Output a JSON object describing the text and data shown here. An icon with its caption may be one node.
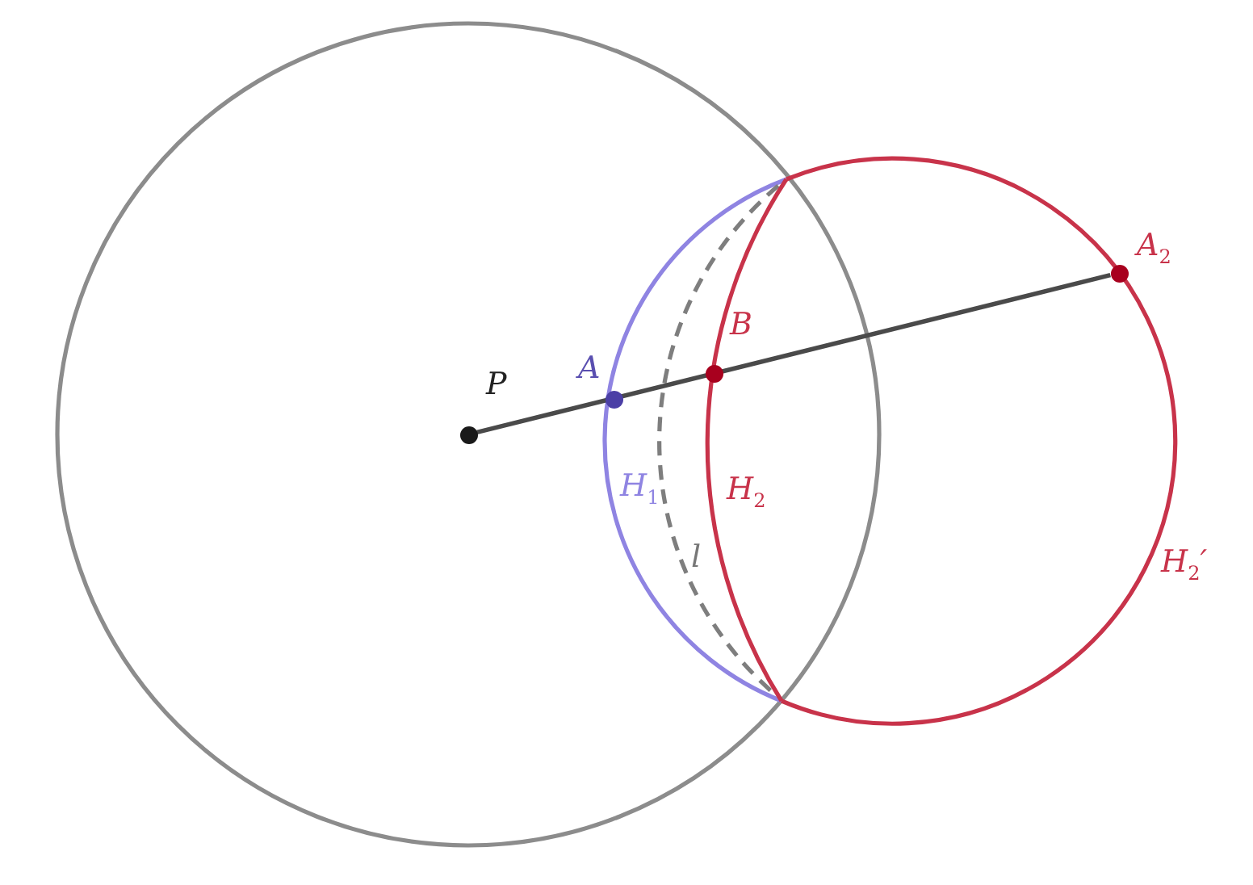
{
  "diagram": {
    "nodes": [
      {
        "text": [],
        "shape": "circle",
        "beside": [
          "P"
        ]
      },
      {
        "text": [],
        "shape": "circle",
        "beside": [
          "A"
        ]
      },
      {
        "text": [],
        "shape": "circle",
        "beside": [
          "B"
        ]
      },
      {
        "text": [],
        "shape": "circle",
        "beside": [
          "A$_{2}$"
        ]
      }
    ],
    "edges": [
      {
        "from": 0,
        "to": 3,
        "arrow": "none"
      }
    ],
    "labels": [
      "H$_{1}$",
      "H$_{2}$",
      "l",
      "H$_{2}$′"
    ]
  }
}
